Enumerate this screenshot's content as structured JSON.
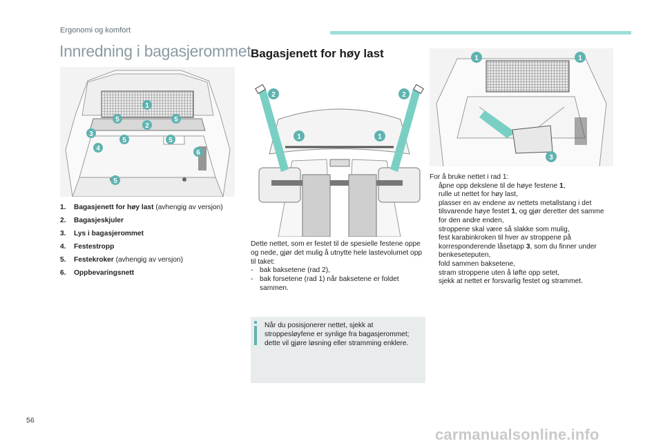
{
  "header": {
    "section": "Ergonomi og komfort",
    "accent_color": "#9be0d8"
  },
  "left": {
    "title": "Innredning i bagasjerommet",
    "badges": [
      "1",
      "2",
      "3",
      "4",
      "5",
      "5",
      "5",
      "5",
      "5",
      "6"
    ],
    "legend": [
      {
        "num": "1.",
        "bold": "Bagasjenett for høy last",
        "rest": " (avhengig av versjon)"
      },
      {
        "num": "2.",
        "bold": "Bagasjeskjuler",
        "rest": ""
      },
      {
        "num": "3.",
        "bold": "Lys i bagasjerommet",
        "rest": ""
      },
      {
        "num": "4.",
        "bold": "Festestropp",
        "rest": ""
      },
      {
        "num": "5.",
        "bold": "Festekroker",
        "rest": " (avhengig av versjon)"
      },
      {
        "num": "6.",
        "bold": "Oppbevaringsnett",
        "rest": ""
      }
    ]
  },
  "middle": {
    "title": "Bagasjenett for høy last",
    "badges": [
      "2",
      "2",
      "1",
      "1"
    ],
    "intro": "Dette nettet, som er festet til de spesielle festene oppe og nede, gjør det mulig å utnytte hele lastevolumet opp til taket:",
    "dashes": [
      "bak baksetene (rad 2),",
      "bak forsetene (rad 1) når baksetene er foldet sammen."
    ],
    "dash_char": "-",
    "info": "Når du posisjonerer nettet, sjekk at stroppesløyfene er synlige fra bagasjerommet; dette vil gjøre løsning eller stramming enklere."
  },
  "right": {
    "badges": [
      "1",
      "1",
      "3"
    ],
    "intro": "For å bruke nettet i rad 1:",
    "bullet": "",
    "steps": [
      {
        "pre": "åpne opp dekslene til de høye festene ",
        "bold": "1",
        "post": ","
      },
      {
        "pre": "rulle ut nettet for høy last,",
        "bold": "",
        "post": ""
      },
      {
        "pre": "plasser en av endene av nettets metallstang i det tilsvarende høye festet ",
        "bold": "1",
        "post": ", og gjør deretter det samme for den andre enden,"
      },
      {
        "pre": "stroppene skal være så slakke som mulig,",
        "bold": "",
        "post": ""
      },
      {
        "pre": "fest karabinkroken til hver av stroppene på korresponderende låsetapp ",
        "bold": "3",
        "post": ", som du finner under benkeseteputen,"
      },
      {
        "pre": "fold sammen baksetene,",
        "bold": "",
        "post": ""
      },
      {
        "pre": "stram stroppene uten å løfte opp setet,",
        "bold": "",
        "post": ""
      },
      {
        "pre": "sjekk at nettet er forsvarlig festet og strammet.",
        "bold": "",
        "post": ""
      }
    ]
  },
  "footer": {
    "page": "56",
    "watermark": "carmanualsonline.info"
  }
}
